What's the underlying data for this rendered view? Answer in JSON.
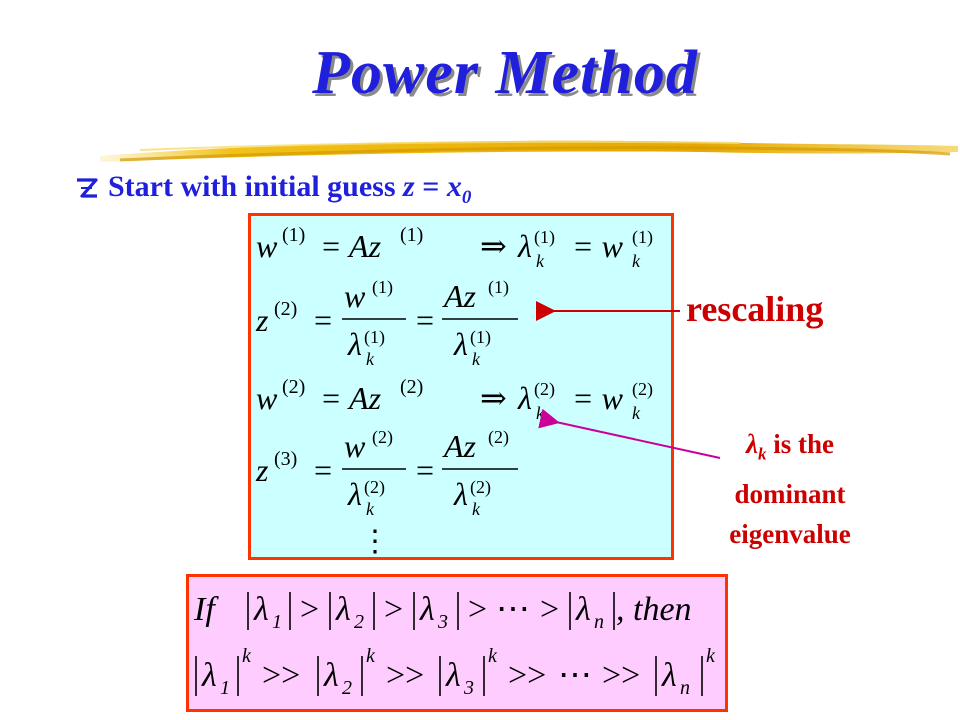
{
  "slide": {
    "title": "Power Method",
    "bullet": {
      "text": "Start with initial guess ",
      "var_z": "z",
      "equals": " = ",
      "var_x": "x",
      "subscript": "0"
    },
    "annotations": {
      "rescaling": "rescaling",
      "lambda_symbol": "λ",
      "lambda_subscript": "k",
      "lambda_text_1": " is the",
      "lambda_text_2": "dominant",
      "lambda_text_3": "eigenvalue"
    },
    "colors": {
      "title": "#1f1fdc",
      "bullet": "#1f1fdc",
      "accent_red": "#cc0000",
      "box_border": "#ff3300",
      "equation_box_bg": "#ccffff",
      "condition_box_bg": "#ffccff",
      "swoosh": "#e8b400",
      "arrow_red": "#cc0000",
      "arrow_magenta": "#cc0099"
    },
    "icons": {
      "bullet": "z-bullet-icon",
      "swoosh": "yellow-swoosh"
    }
  },
  "equations": {
    "row1": {
      "lhs": "w",
      "sup": "(1)",
      "mid": "= Az",
      "mid_sup": "(1)",
      "implies": "⇒",
      "lam": "λ",
      "lam_sub": "k",
      "lam_sup": "(1)",
      "rhs": "= w",
      "rhs_sub": "k",
      "rhs_sup": "(1)"
    },
    "row2": {
      "lhs": "z",
      "sup": "(2)",
      "eq1": "=",
      "num1": "w",
      "num1_sup": "(1)",
      "den1": "λ",
      "den1_sub": "k",
      "den1_sup": "(1)",
      "eq2": "=",
      "num2": "Az",
      "num2_sup": "(1)",
      "den2": "λ",
      "den2_sub": "k",
      "den2_sup": "(1)"
    },
    "row3": {
      "lhs": "w",
      "sup": "(2)",
      "mid": "= Az",
      "mid_sup": "(2)",
      "implies": "⇒",
      "lam": "λ",
      "lam_sub": "k",
      "lam_sup": "(2)",
      "rhs": "= w",
      "rhs_sub": "k",
      "rhs_sup": "(2)"
    },
    "row4": {
      "lhs": "z",
      "sup": "(3)",
      "eq1": "=",
      "num1": "w",
      "num1_sup": "(2)",
      "den1": "λ",
      "den1_sub": "k",
      "den1_sup": "(2)",
      "eq2": "=",
      "num2": "Az",
      "num2_sup": "(2)",
      "den2": "λ",
      "den2_sub": "k",
      "den2_sup": "(2)"
    },
    "ellipsis": "⋮"
  },
  "condition": {
    "if": "If",
    "then": ", then",
    "gt": ">",
    "ggt": ">>",
    "cdots": "⋯",
    "lambda": "λ",
    "subs": [
      "1",
      "2",
      "3",
      "n"
    ],
    "power": "k"
  }
}
